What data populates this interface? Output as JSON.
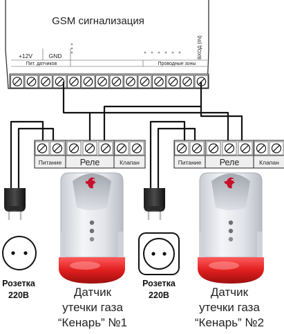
{
  "gsm": {
    "title": "GSM сигнализация",
    "label_12v": "+12V",
    "label_gnd": "GND",
    "label_power_sensors": "Пит. датчиков",
    "label_wired_zones": "Проводные зоны",
    "label_input": "ВХОД (IN)"
  },
  "relay_block_1": {
    "label_power": "Питание",
    "label_relay": "Реле",
    "label_valve": "Клапан"
  },
  "relay_block_2": {
    "label_power": "Питание",
    "label_relay": "Реле",
    "label_valve": "Клапан"
  },
  "socket_1": {
    "label_line1": "Розетка",
    "label_line2": "220В"
  },
  "socket_2": {
    "label_line1": "Розетка",
    "label_line2": "220В"
  },
  "detector_1": {
    "line1": "Датчик",
    "line2": "утечки газа",
    "line3": "“Кенарь” №1"
  },
  "detector_2": {
    "line1": "Датчик",
    "line2": "утечки газа",
    "line3": "“Кенарь” №2"
  },
  "colors": {
    "wire": "#111111",
    "terminal_bg": "#ececec",
    "siren_red": "#e01e1e",
    "body_grey": "#e6e8ec",
    "logo_red": "#c8102e"
  }
}
